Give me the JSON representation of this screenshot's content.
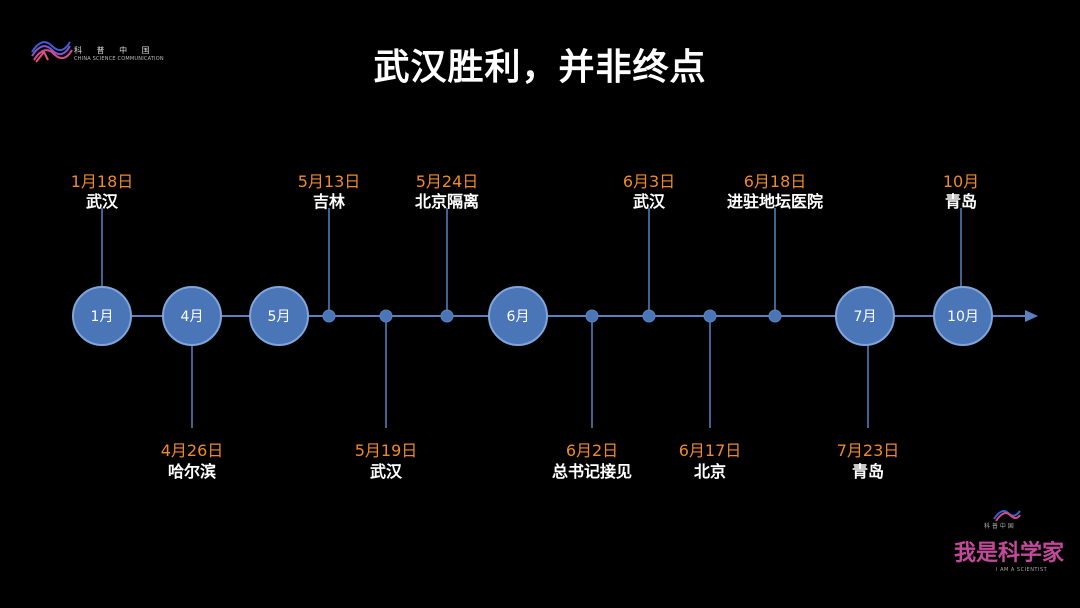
{
  "title": "武汉胜利，并非终点",
  "logo": {
    "cn": "科 普 中 国",
    "en": "CHINA SCIENCE COMMUNICATION"
  },
  "brand": {
    "small": "科 普 中 国",
    "cn": "我是科学家",
    "en": "I AM A SCIENTIST"
  },
  "colors": {
    "node_fill": "#4a76b8",
    "node_stroke": "#7fa6dc",
    "line": "#5b82c0",
    "date": "#ee8a2c",
    "text": "#ffffff"
  },
  "months": [
    "1月",
    "4月",
    "5月",
    "6月",
    "7月",
    "10月"
  ],
  "events": [
    {
      "date": "1月18日",
      "place": "武汉",
      "side": "above"
    },
    {
      "date": "4月26日",
      "place": "哈尔滨",
      "side": "below"
    },
    {
      "date": "5月13日",
      "place": "吉林",
      "side": "above"
    },
    {
      "date": "5月19日",
      "place": "武汉",
      "side": "below"
    },
    {
      "date": "5月24日",
      "place": "北京隔离",
      "side": "above"
    },
    {
      "date": "6月2日",
      "place": "总书记接见",
      "side": "below"
    },
    {
      "date": "6月3日",
      "place": "武汉",
      "side": "above"
    },
    {
      "date": "6月17日",
      "place": "北京",
      "side": "below"
    },
    {
      "date": "6月18日",
      "place": "进驻地坛医院",
      "side": "above"
    },
    {
      "date": "7月23日",
      "place": "青岛",
      "side": "below"
    },
    {
      "date": "10月",
      "place": "青岛",
      "side": "above"
    }
  ]
}
